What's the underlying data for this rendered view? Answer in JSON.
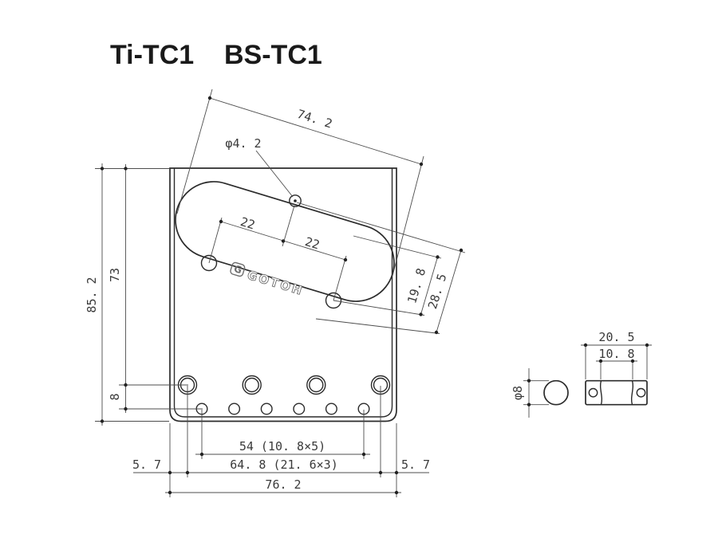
{
  "title": {
    "model_left": "Ti-TC1",
    "model_right": "BS-TC1"
  },
  "logo": {
    "mark": "G",
    "text": "GOTOH"
  },
  "plate_dims": {
    "cutout_length": "74. 2",
    "guide_hole_dia": "φ4. 2",
    "pickup_screw_left": "22",
    "pickup_screw_right": "22",
    "offset_inner": "19. 8",
    "offset_outer": "28. 5",
    "height_total": "85. 2",
    "height_to_screws": "73",
    "string_hole_offset": "8",
    "string_span": "54 (10. 8×5)",
    "screw_span": "64. 8 (21. 6×3)",
    "edge_margin_left": "5. 7",
    "edge_margin_right": "5. 7",
    "width_total": "76. 2"
  },
  "saddle_dims": {
    "width": "20. 5",
    "string_spacing": "10. 8",
    "barrel_dia": "φ8"
  },
  "colors": {
    "background": "#ffffff",
    "outline": "#2b2b2b",
    "dimension_line": "#4d4d4d",
    "text": "#3a3a3a"
  }
}
